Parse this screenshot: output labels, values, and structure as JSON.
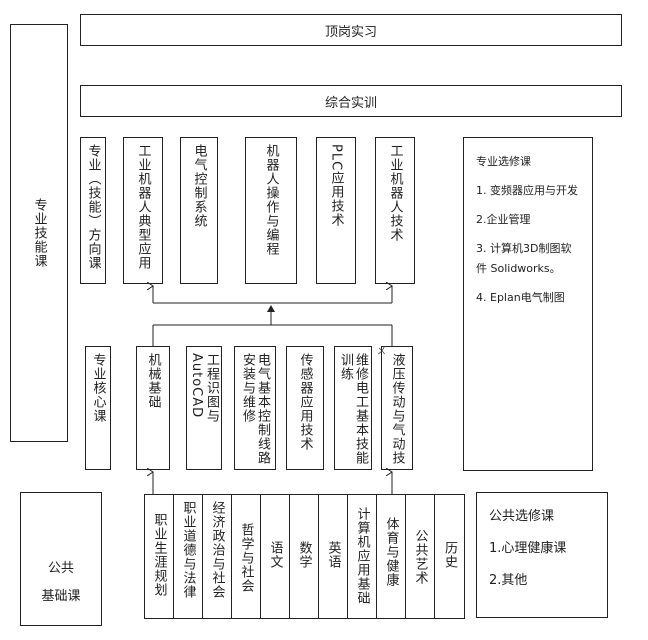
{
  "internship": "顶岗实习",
  "comprehensive": "综合实训",
  "professional_skills": "专业技能课",
  "direction_courses": [
    "专业（技能）方向课",
    "工业机器人典型应用",
    "电气控制系统",
    "机器人操作与编程",
    "PLC应用技术",
    "工业机器人技术"
  ],
  "core_courses": [
    "专业核心课",
    "机械基础",
    "工程识图与AutoCAD",
    "电气基本控制线路安装与维修",
    "传感器应用技术",
    "维修电工基本技能训练",
    "液压传动与气动技"
  ],
  "professional_electives": {
    "title": "专业选修课",
    "items": [
      "1. 变频器应用与开发",
      "2.企业管理",
      "3. 计算机3D制图软件 Solidworks。",
      "4. Eplan电气制图"
    ]
  },
  "public_basic": {
    "line1": "公共",
    "line2": "基础课"
  },
  "public_courses": [
    "职业生涯规划",
    "职业道德与法律",
    "经济政治与社会",
    "哲学与社会",
    "语文",
    "数学",
    "英语",
    "计算机应用基础",
    "体育与健康",
    "公共艺术",
    "历史"
  ],
  "public_electives": {
    "title": "公共选修课",
    "items": [
      "1.心理健康课",
      "2.其他"
    ]
  },
  "stray_mark": "ㄨ"
}
